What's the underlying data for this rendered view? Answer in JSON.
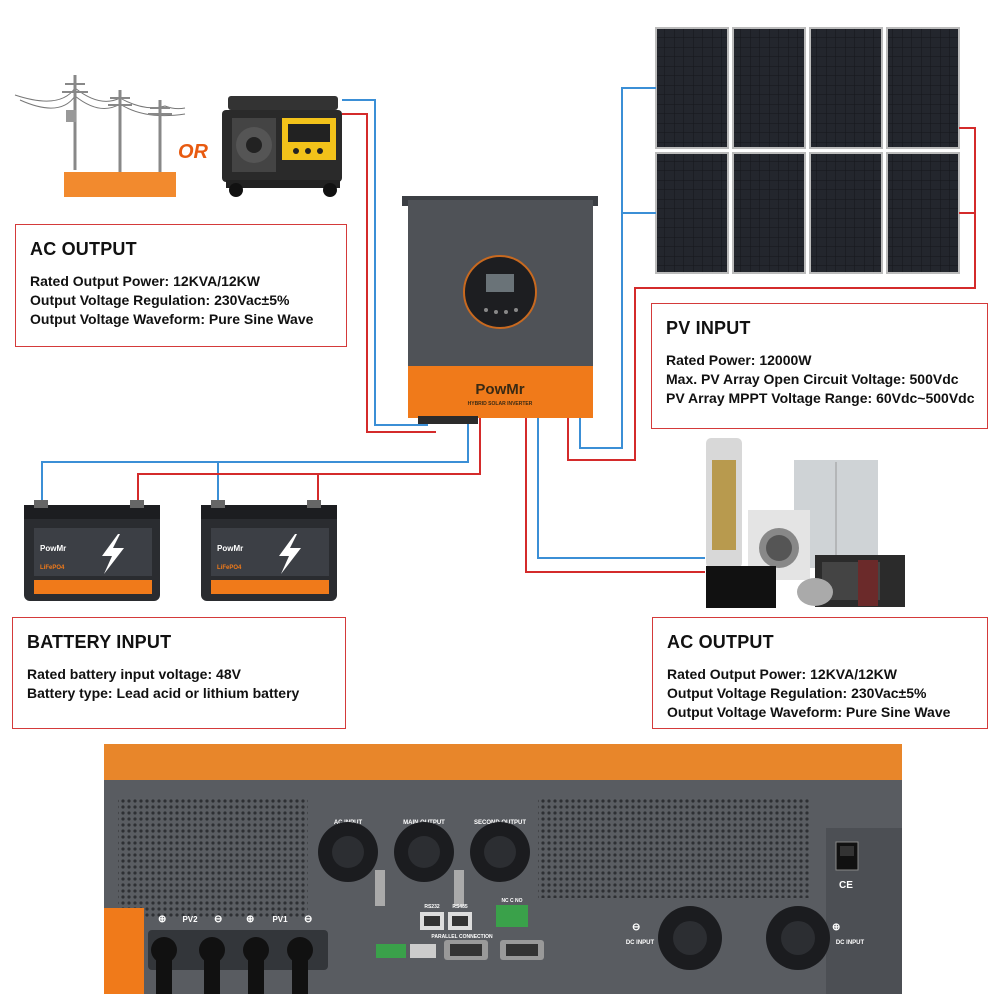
{
  "or_label": "OR",
  "brand": "PowMr",
  "inverter_subtitle": "HYBRID SOLAR INVERTER",
  "ac_output_left": {
    "title": "AC OUTPUT",
    "lines": [
      {
        "label": "Rated Output Power:",
        "value": "12KVA/12KW"
      },
      {
        "label": "Output Voltage Regulation:",
        "value": "230Vac±5%"
      },
      {
        "label": "Output Voltage Waveform:",
        "value": "Pure Sine Wave"
      }
    ]
  },
  "pv_input": {
    "title": "PV INPUT",
    "lines": [
      {
        "label": "Rated Power:",
        "value": "12000W"
      },
      {
        "label": "Max. PV Array Open Circuit Voltage:",
        "value": "500Vdc"
      },
      {
        "label": "PV Array MPPT Voltage Range:",
        "value": "60Vdc~500Vdc"
      }
    ]
  },
  "battery_input": {
    "title": "BATTERY INPUT",
    "lines": [
      {
        "label": "Rated battery input voltage:",
        "value": "48V"
      },
      {
        "label": "Battery type:",
        "value": "Lead acid or lithium battery"
      }
    ]
  },
  "ac_output_right": {
    "title": "AC OUTPUT",
    "lines": [
      {
        "label": "Rated Output Power:",
        "value": "12KVA/12KW"
      },
      {
        "label": "Output Voltage Regulation:",
        "value": "230Vac±5%"
      },
      {
        "label": "Output Voltage Waveform:",
        "value": "Pure Sine Wave"
      }
    ]
  },
  "battery_type_label": "LiFePO4",
  "rear_panel": {
    "ac_input": "AC INPUT",
    "main_output": "MAIN OUTPUT",
    "second_output": "SECOND OUTPUT",
    "pv2": "PV2",
    "pv1": "PV1",
    "rs232": "RS232",
    "rs485": "RS485",
    "nc_c_no": "NC C NO",
    "parallel_connection": "PARALLEL CONNECTION",
    "dc_input_left": "DC INPUT",
    "dc_input_right": "DC INPUT",
    "ce_mark": "CE"
  },
  "colors": {
    "wire_red": "#d42b2b",
    "wire_blue": "#3b8fd6",
    "inverter_orange": "#f07a1a",
    "inverter_gray": "#4f5257",
    "box_border": "#d43a3a",
    "grid_orange": "#f28a2e"
  }
}
